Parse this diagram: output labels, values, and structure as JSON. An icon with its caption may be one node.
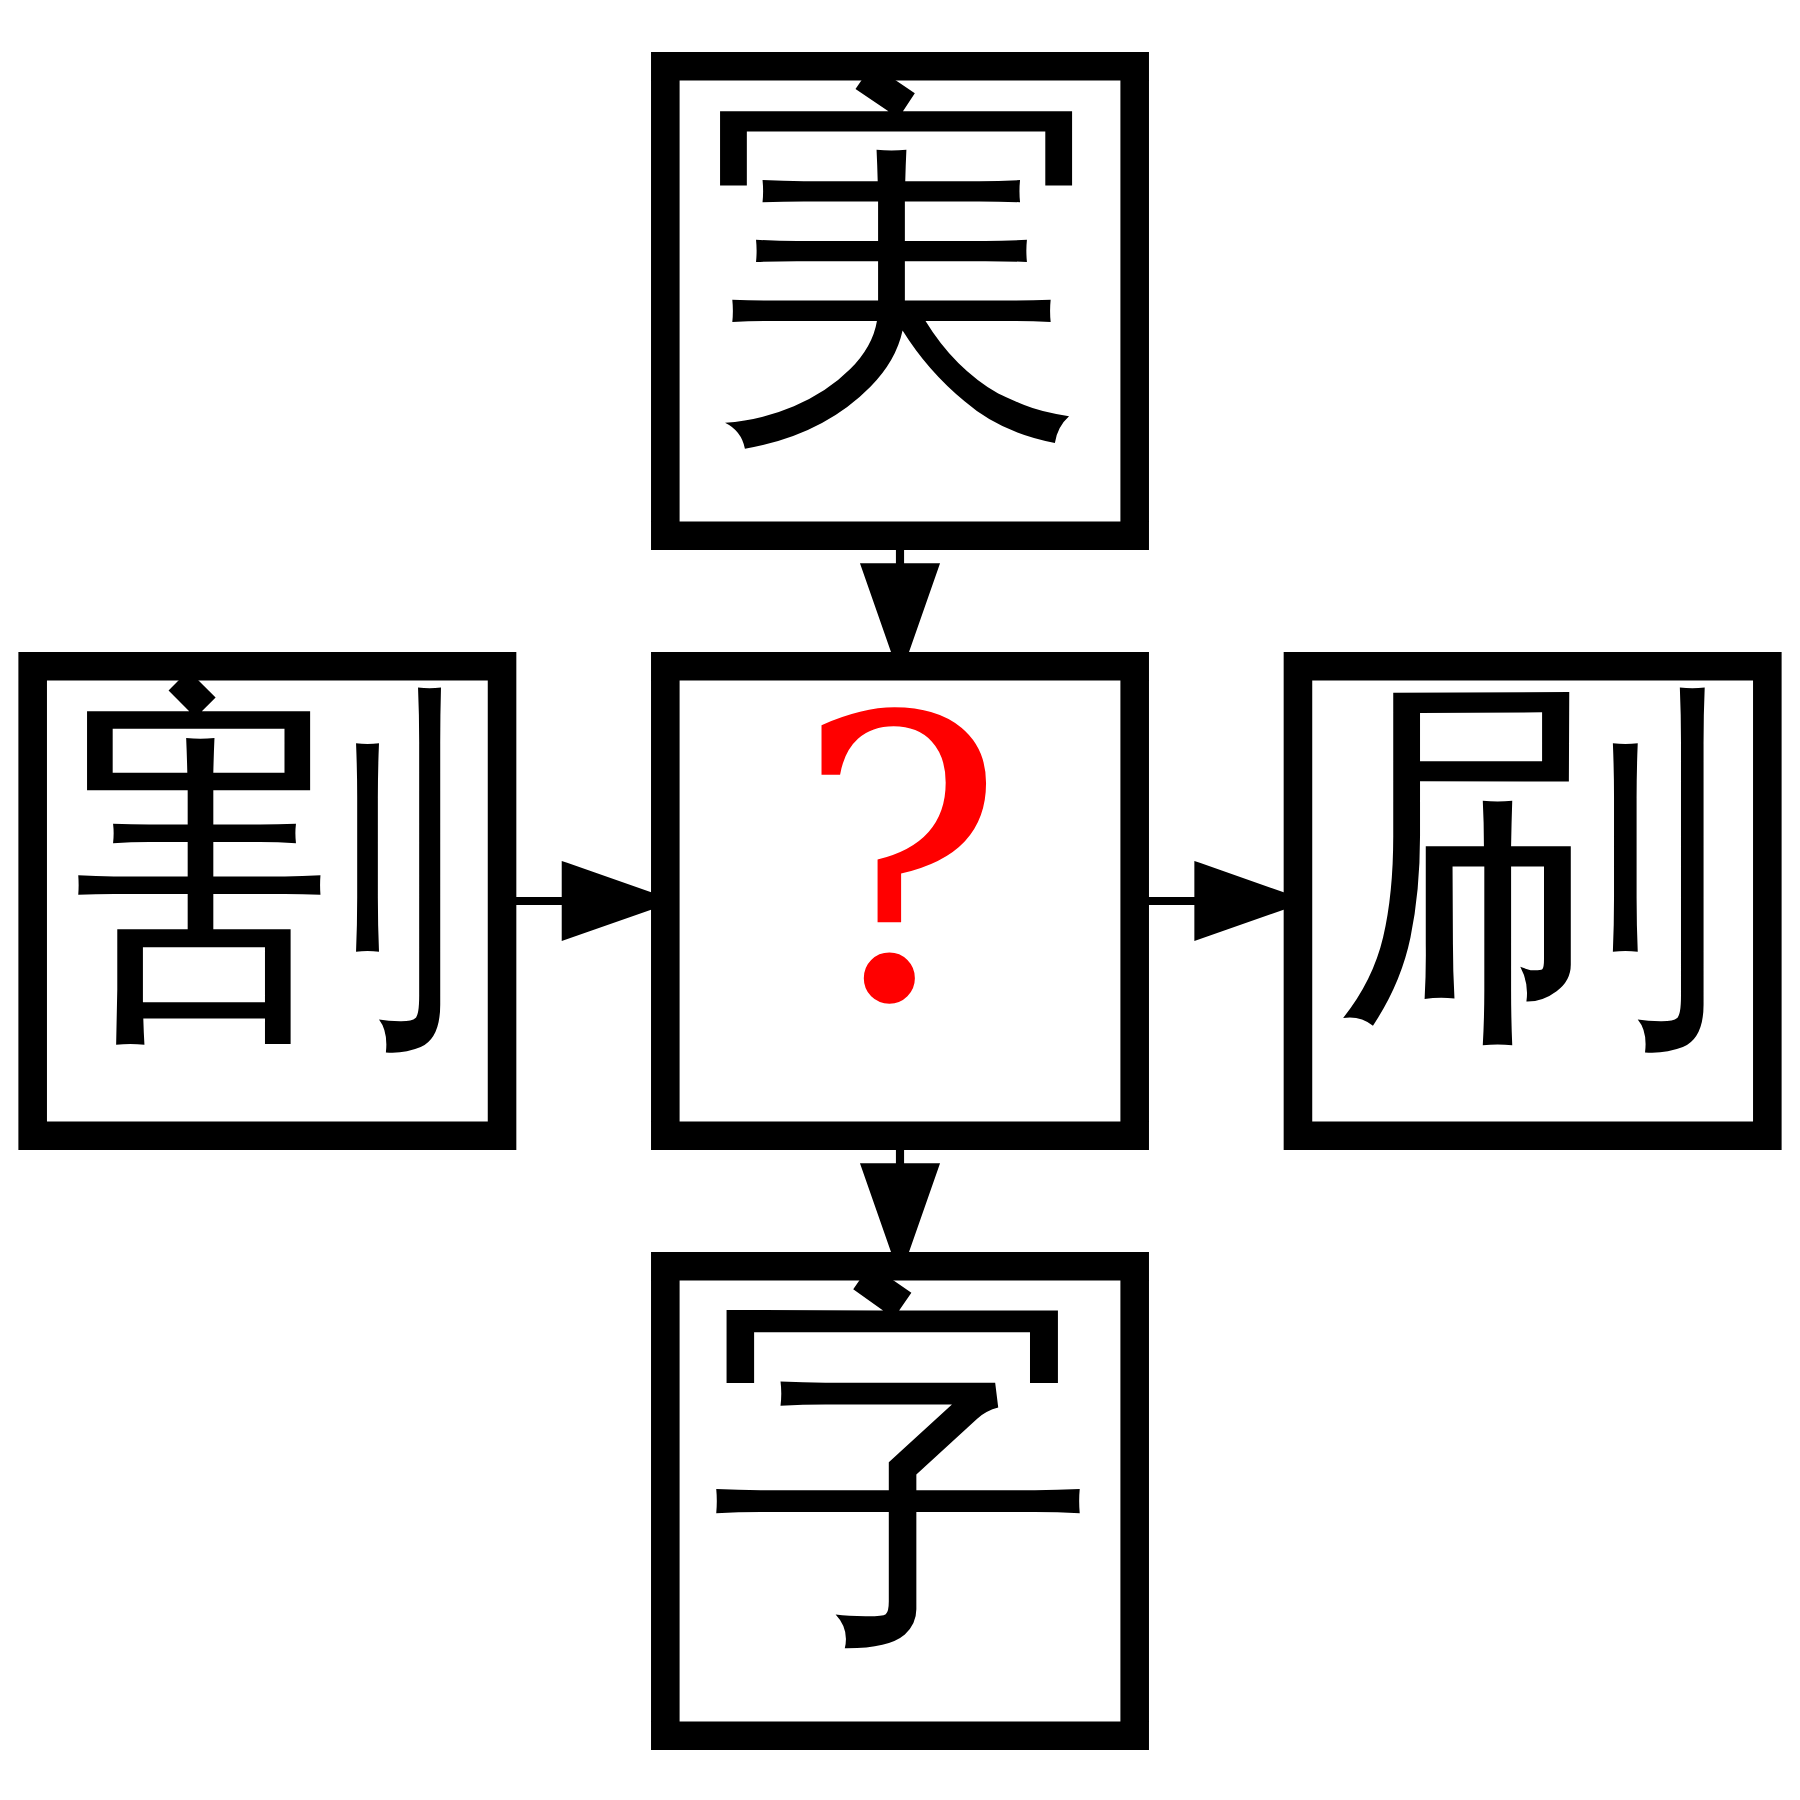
{
  "diagram": {
    "nodes": [
      {
        "text": [
          "実"
        ]
      },
      {
        "text": [
          "割"
        ]
      },
      {
        "text": [
          "?"
        ]
      },
      {
        "text": [
          "刷"
        ]
      },
      {
        "text": [
          "字"
        ]
      }
    ],
    "edges": [
      {
        "from": 0,
        "to": 2,
        "arrow": "to"
      },
      {
        "from": 1,
        "to": 2,
        "arrow": "to"
      },
      {
        "from": 2,
        "to": 3,
        "arrow": "to"
      },
      {
        "from": 2,
        "to": 4,
        "arrow": "to"
      }
    ]
  }
}
